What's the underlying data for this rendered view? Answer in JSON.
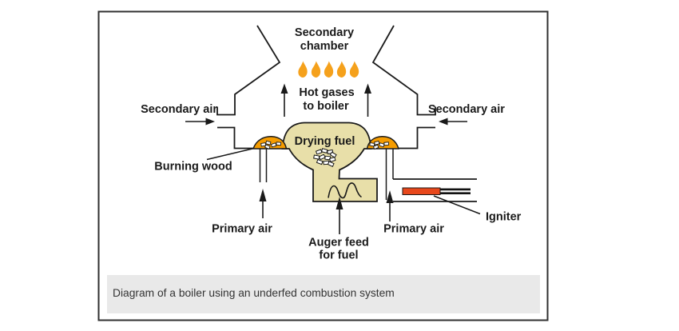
{
  "diagram": {
    "labels": {
      "secondary_chamber": [
        "Secondary",
        "chamber"
      ],
      "hot_gases": [
        "Hot gases",
        "to boiler"
      ],
      "secondary_air_left": "Secondary air",
      "secondary_air_right": "Secondary air",
      "drying_fuel": "Drying fuel",
      "burning_wood": "Burning wood",
      "primary_air_left": "Primary air",
      "primary_air_right": "Primary air",
      "auger_feed": [
        "Auger feed",
        "for fuel"
      ],
      "igniter": "Igniter"
    },
    "caption": "Diagram of a boiler using an underfed combustion system",
    "icons": {
      "flames": {
        "name": "flame-icon",
        "count": 5
      },
      "arrows": [
        "up-arrow-icon",
        "right-arrow-icon",
        "left-arrow-icon"
      ]
    },
    "colors": {
      "outline": "#1a1a1a",
      "frame_border": "#2f2f2f",
      "fuel_tan": "#e8dfa9",
      "ember_orange": "#f59c00",
      "flame_orange": "#f5a11c",
      "igniter_red": "#e8481c",
      "caption_bg": "#e9e9e9",
      "text": "#1a1a1a"
    }
  }
}
